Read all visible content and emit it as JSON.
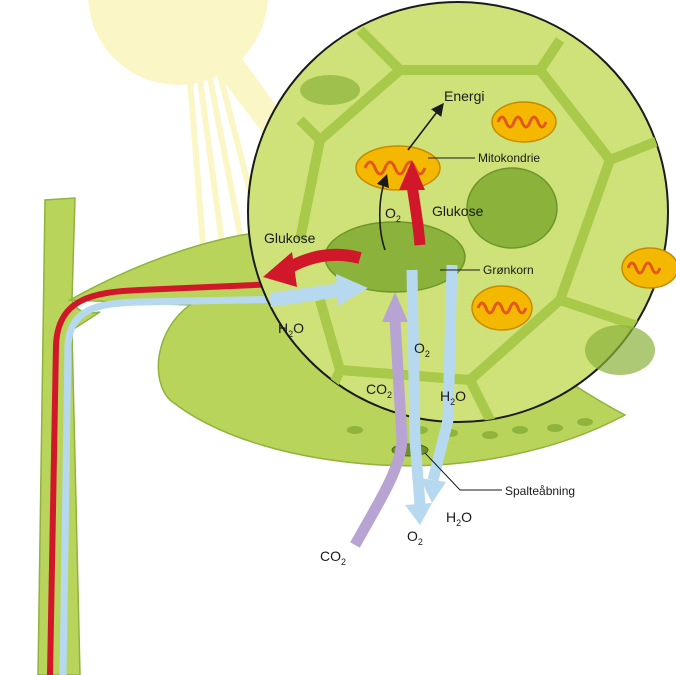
{
  "labels": {
    "energi": "Energi",
    "mitokondrie": "Mitokondrie",
    "glukose_right": "Glukose",
    "glukose_left": "Glukose",
    "gronkorn": "Grønkorn",
    "spalteabning": "Spalteåbning",
    "o2_inner": {
      "base": "O",
      "sub": "2"
    },
    "h2o_left": {
      "base": "H",
      "sub": "2",
      "tail": "O"
    },
    "o2_circle": {
      "base": "O",
      "sub": "2"
    },
    "co2_circle": {
      "base": "CO",
      "sub": "2"
    },
    "h2o_circle": {
      "base": "H",
      "sub": "2",
      "tail": "O"
    },
    "co2_bottom": {
      "base": "CO",
      "sub": "2"
    },
    "o2_bottom": {
      "base": "O",
      "sub": "2"
    },
    "h2o_bottom": {
      "base": "H",
      "sub": "2",
      "tail": "O"
    }
  },
  "colors": {
    "sun": "#fbf6c6",
    "leaf": "#b9d45a",
    "leaf_dark": "#8fb33c",
    "cell_bg": "#cfe27a",
    "cell_wall": "#a9c94a",
    "chloroplast": "#8bb23a",
    "mitochondria": "#f5b800",
    "mitochondria_inner": "#e3571e",
    "glucose_arrow": "#d0182a",
    "water_arrow": "#b7d9ef",
    "co2_arrow": "#b8a4d2",
    "energy_arrow": "#1a1a1a"
  }
}
